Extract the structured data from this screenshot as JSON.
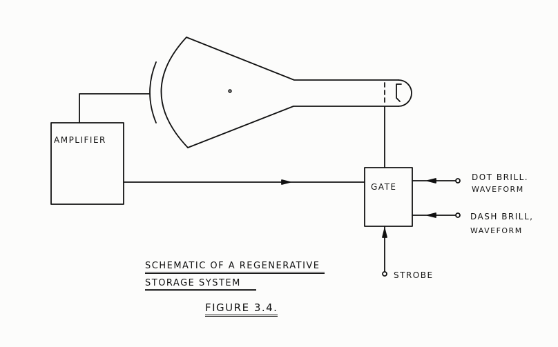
{
  "blocks": {
    "amplifier": "AMPLIFIER",
    "gate": "GATE"
  },
  "inputs": {
    "dot": [
      "DOT BRILL.",
      "WAVEFORM"
    ],
    "dash": [
      "DASH BRILL,",
      "WAVEFORM"
    ],
    "strobe": "STROBE"
  },
  "caption": {
    "line1": "SCHEMATIC OF A REGENERATIVE",
    "line2": "STORAGE SYSTEM",
    "figure": "FIGURE 3.4."
  },
  "colors": {
    "ink": "#111111",
    "paper": "#fcfcfb"
  }
}
